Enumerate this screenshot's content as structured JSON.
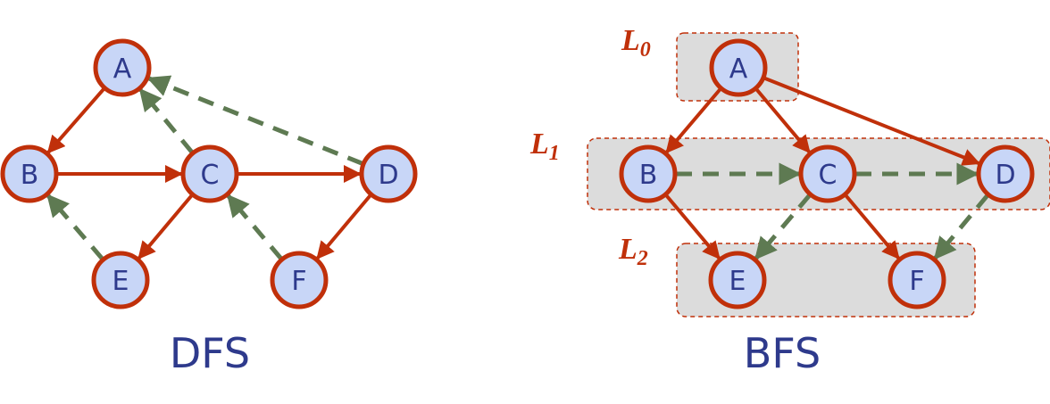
{
  "colors": {
    "tree_edge": "#c0300a",
    "non_tree_edge": "#5e7a52",
    "node_fill": "#c8d6f7",
    "node_stroke": "#c0300a",
    "node_text": "#2e3a8c",
    "level_box_fill": "#dcdcdc",
    "level_box_stroke": "#c0300a"
  },
  "dfs": {
    "caption": "DFS",
    "nodes": [
      "A",
      "B",
      "C",
      "D",
      "E",
      "F"
    ],
    "tree_edges": [
      [
        "A",
        "B"
      ],
      [
        "B",
        "C"
      ],
      [
        "C",
        "D"
      ],
      [
        "C",
        "E"
      ],
      [
        "D",
        "F"
      ]
    ],
    "back_edges": [
      [
        "C",
        "A"
      ],
      [
        "D",
        "A"
      ],
      [
        "E",
        "B"
      ],
      [
        "F",
        "C"
      ]
    ]
  },
  "bfs": {
    "caption": "BFS",
    "levels": [
      {
        "letter": "L",
        "index": "0",
        "nodes": [
          "A"
        ]
      },
      {
        "letter": "L",
        "index": "1",
        "nodes": [
          "B",
          "C",
          "D"
        ]
      },
      {
        "letter": "L",
        "index": "2",
        "nodes": [
          "E",
          "F"
        ]
      }
    ],
    "tree_edges": [
      [
        "A",
        "B"
      ],
      [
        "A",
        "C"
      ],
      [
        "A",
        "D"
      ],
      [
        "B",
        "E"
      ],
      [
        "C",
        "F"
      ]
    ],
    "cross_edges": [
      [
        "B",
        "C"
      ],
      [
        "C",
        "D"
      ],
      [
        "C",
        "E"
      ],
      [
        "D",
        "F"
      ]
    ]
  }
}
